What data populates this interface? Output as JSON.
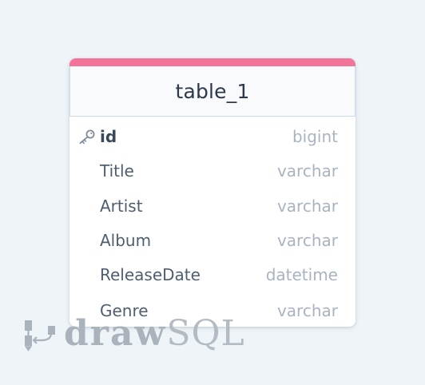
{
  "table": {
    "name": "table_1",
    "accent_color": "#f3739a",
    "columns": [
      {
        "name": "id",
        "type": "bigint",
        "primary_key": true,
        "icon": "key-icon"
      },
      {
        "name": "Title",
        "type": "varchar",
        "primary_key": false
      },
      {
        "name": "Artist",
        "type": "varchar",
        "primary_key": false
      },
      {
        "name": "Album",
        "type": "varchar",
        "primary_key": false
      },
      {
        "name": "ReleaseDate",
        "type": "datetime",
        "primary_key": false
      },
      {
        "name": "Genre",
        "type": "varchar",
        "primary_key": false
      }
    ]
  },
  "watermark": {
    "brand_part1": "draw",
    "brand_part2": "SQL",
    "icon": "drawsql-logo-icon"
  }
}
